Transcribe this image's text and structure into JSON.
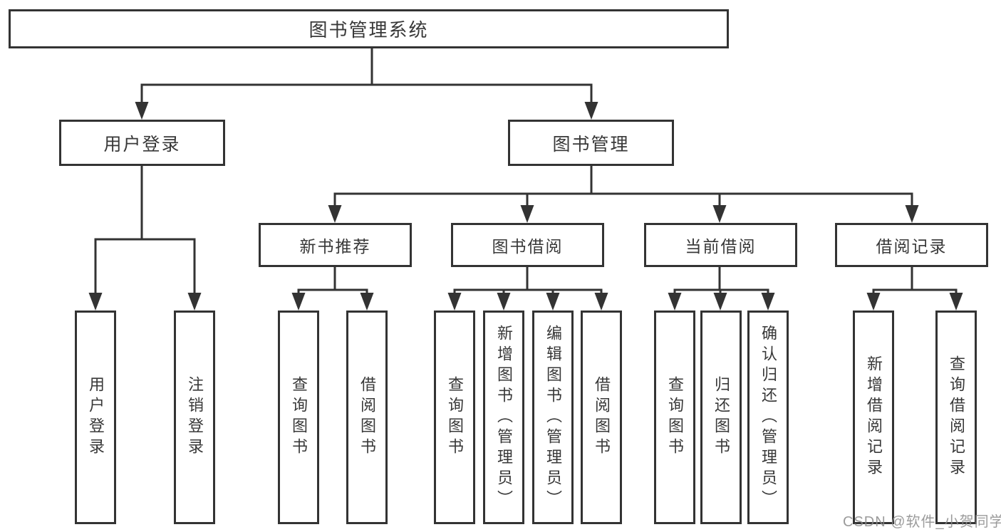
{
  "diagram_title": "图书管理系统",
  "hierarchy": {
    "label": "图书管理系统",
    "children": [
      {
        "label": "用户登录",
        "children": [
          {
            "label": "用户登录"
          },
          {
            "label": "注销登录"
          }
        ]
      },
      {
        "label": "图书管理",
        "children": [
          {
            "label": "新书推荐",
            "children": [
              {
                "label": "查询图书"
              },
              {
                "label": "借阅图书"
              }
            ]
          },
          {
            "label": "图书借阅",
            "children": [
              {
                "label": "查询图书"
              },
              {
                "label": "新增图书（管理员）"
              },
              {
                "label": "编辑图书（管理员）"
              },
              {
                "label": "借阅图书"
              }
            ]
          },
          {
            "label": "当前借阅",
            "children": [
              {
                "label": "查询图书"
              },
              {
                "label": "归还图书"
              },
              {
                "label": "确认归还（管理员）"
              }
            ]
          },
          {
            "label": "借阅记录",
            "children": [
              {
                "label": "新增借阅记录"
              },
              {
                "label": "查询借阅记录"
              }
            ]
          }
        ]
      }
    ]
  },
  "watermark": "CSDN @软件_小贺同学",
  "colors": {
    "line": "#333333",
    "box_border": "#333333",
    "box_fill": "#ffffff",
    "text": "#383838",
    "watermark": "#8a8a8a"
  }
}
